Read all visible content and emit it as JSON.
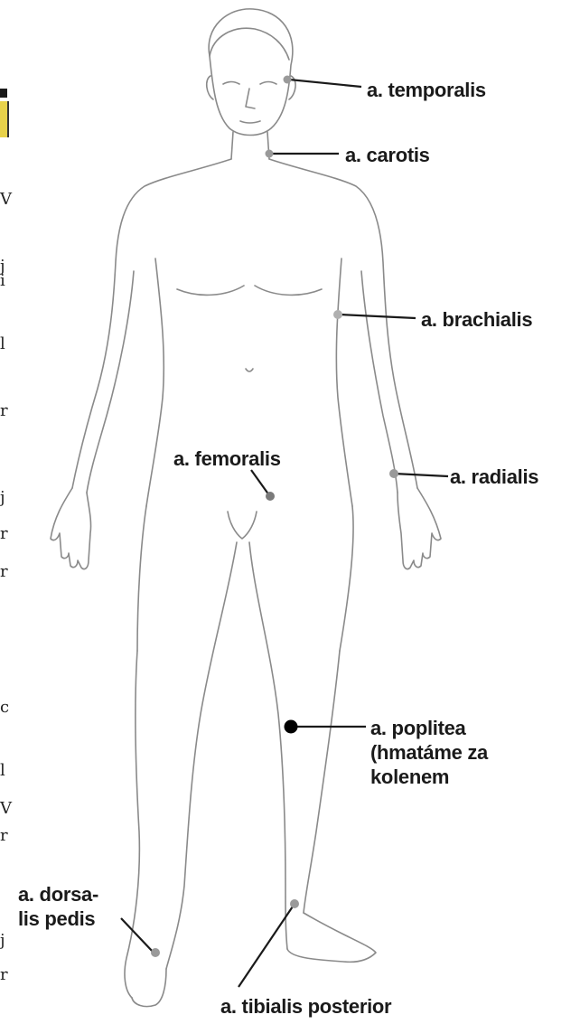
{
  "colors": {
    "outline": "#8a8a8a",
    "ink": "#1a1a1a",
    "marker": "#9a9a9a",
    "marker_dark": "#000000",
    "strip_accent": "#e8d24a"
  },
  "labels": {
    "temporalis": "a. temporalis",
    "carotis": "a. carotis",
    "brachialis": "a. brachialis",
    "femoralis": "a. femoralis",
    "radialis": "a. radialis",
    "poplitea_1": "a. poplitea",
    "poplitea_2": "(hmatáme za",
    "poplitea_3": "kolenem",
    "dorsalis_1": "a. dorsa-",
    "dorsalis_2": "lis pedis",
    "tibialis": "a. tibialis posterior"
  },
  "left_strip_glyphs": [
    "V",
    "j",
    "i",
    "l",
    "r",
    "j",
    "r",
    "r",
    "c",
    "l",
    "V",
    "r",
    "j",
    "r"
  ]
}
